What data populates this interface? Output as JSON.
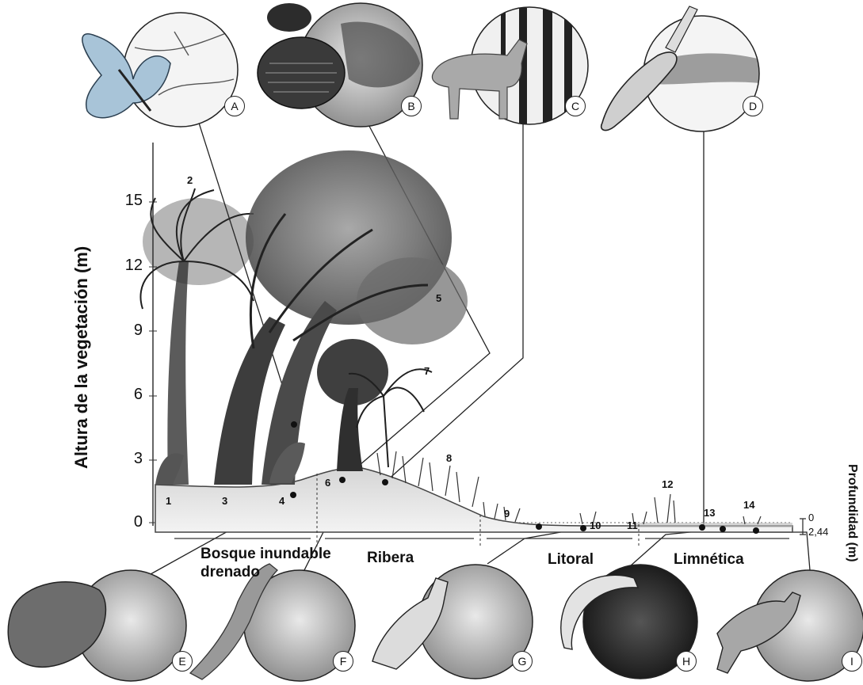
{
  "y_axis": {
    "label": "Altura de la vegetación (m)",
    "ticks": [
      "15",
      "12",
      "9",
      "6",
      "3",
      "0"
    ]
  },
  "right_axis": {
    "label": "Profundidad (m)",
    "top_value": "0",
    "bottom_value": "2,44"
  },
  "zones": {
    "bosque_line1": "Bosque inundable",
    "bosque_line2": "drenado",
    "ribera": "Ribera",
    "litoral": "Litoral",
    "limnetica": "Limnética"
  },
  "species_numbers": [
    "1",
    "2",
    "3",
    "4",
    "5",
    "6",
    "7",
    "8",
    "9",
    "10",
    "11",
    "12",
    "13",
    "14"
  ],
  "panels_top": [
    "A",
    "B",
    "C",
    "D"
  ],
  "panels_bottom": [
    "E",
    "F",
    "G",
    "H",
    "I"
  ]
}
